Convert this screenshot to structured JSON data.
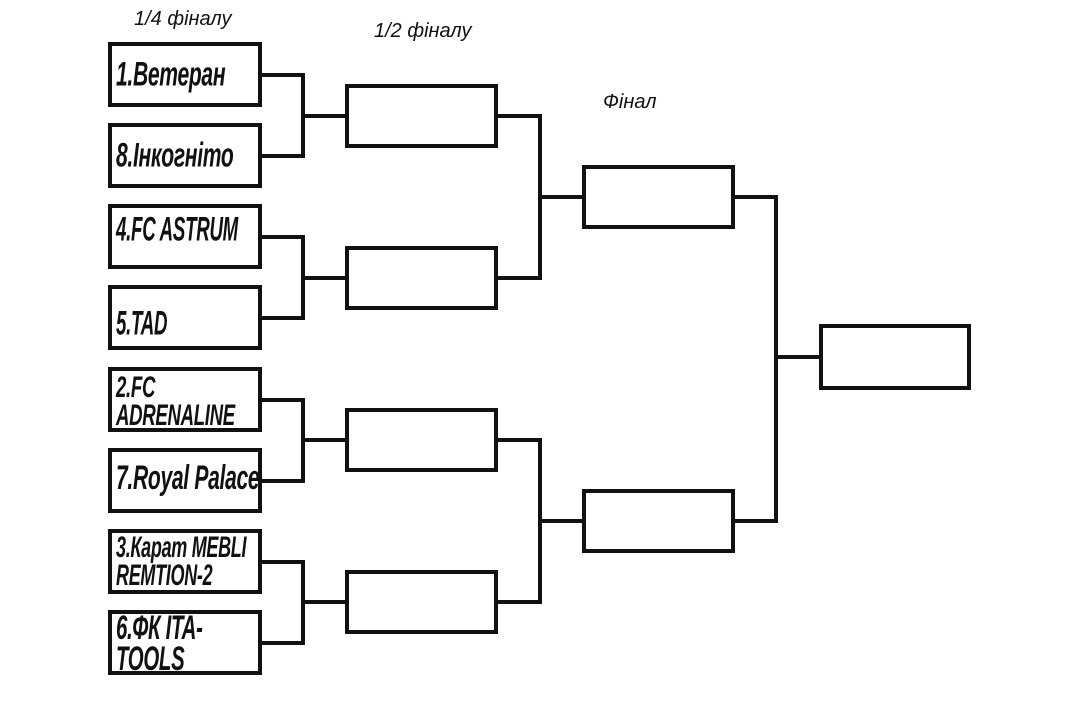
{
  "rounds": {
    "quarterfinal": "1/4 фіналу",
    "semifinal": "1/2 фіналу",
    "final": "Фінал"
  },
  "quarterfinal_teams": [
    "1.Ветеран",
    "8.Інкогніто",
    "4.FC ASTRUM",
    "5.TAD",
    "2.FC ADRENALINE",
    "7.Royal Palace",
    "3.Карат MEBLI REMTION-2",
    "6.ФК ITA-TOOLS"
  ]
}
